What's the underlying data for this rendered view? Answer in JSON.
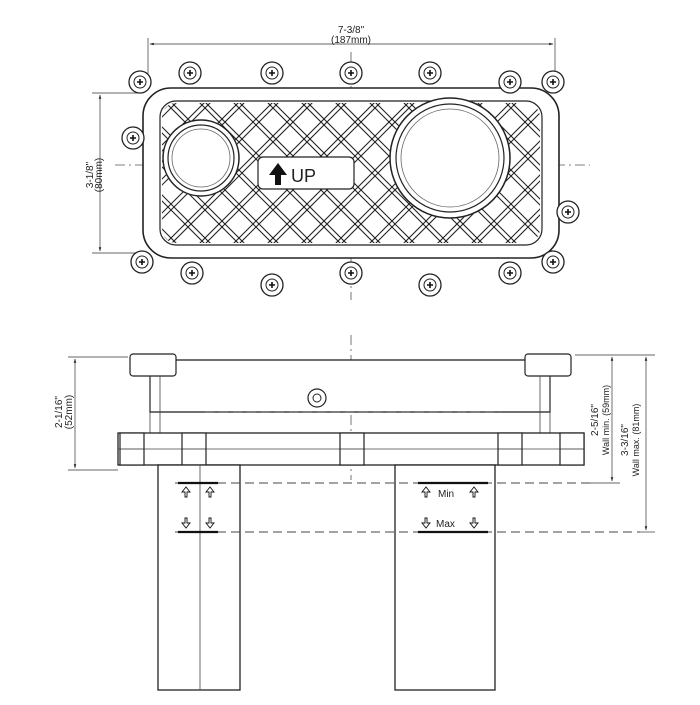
{
  "top_view": {
    "width_in": "7-3/8\"",
    "width_mm": "(187mm)",
    "height_in": "3-1/8\"",
    "height_mm": "(80mm)",
    "up_label": "UP"
  },
  "side_view": {
    "height_in": "2-1/16\"",
    "height_mm": "(52mm)",
    "wall_min_in": "2-5/16\"",
    "wall_min_label": "Wall min. (59mm)",
    "wall_max_in": "3-3/16\"",
    "wall_max_label": "Wall max. (81mm)",
    "min_label": "Min",
    "max_label": "Max"
  },
  "icons": {
    "up_arrow": "arrow-up-icon",
    "min_arrows": "arrow-up-icon",
    "max_arrows": "arrow-down-icon",
    "screw": "cross-screw-icon"
  }
}
